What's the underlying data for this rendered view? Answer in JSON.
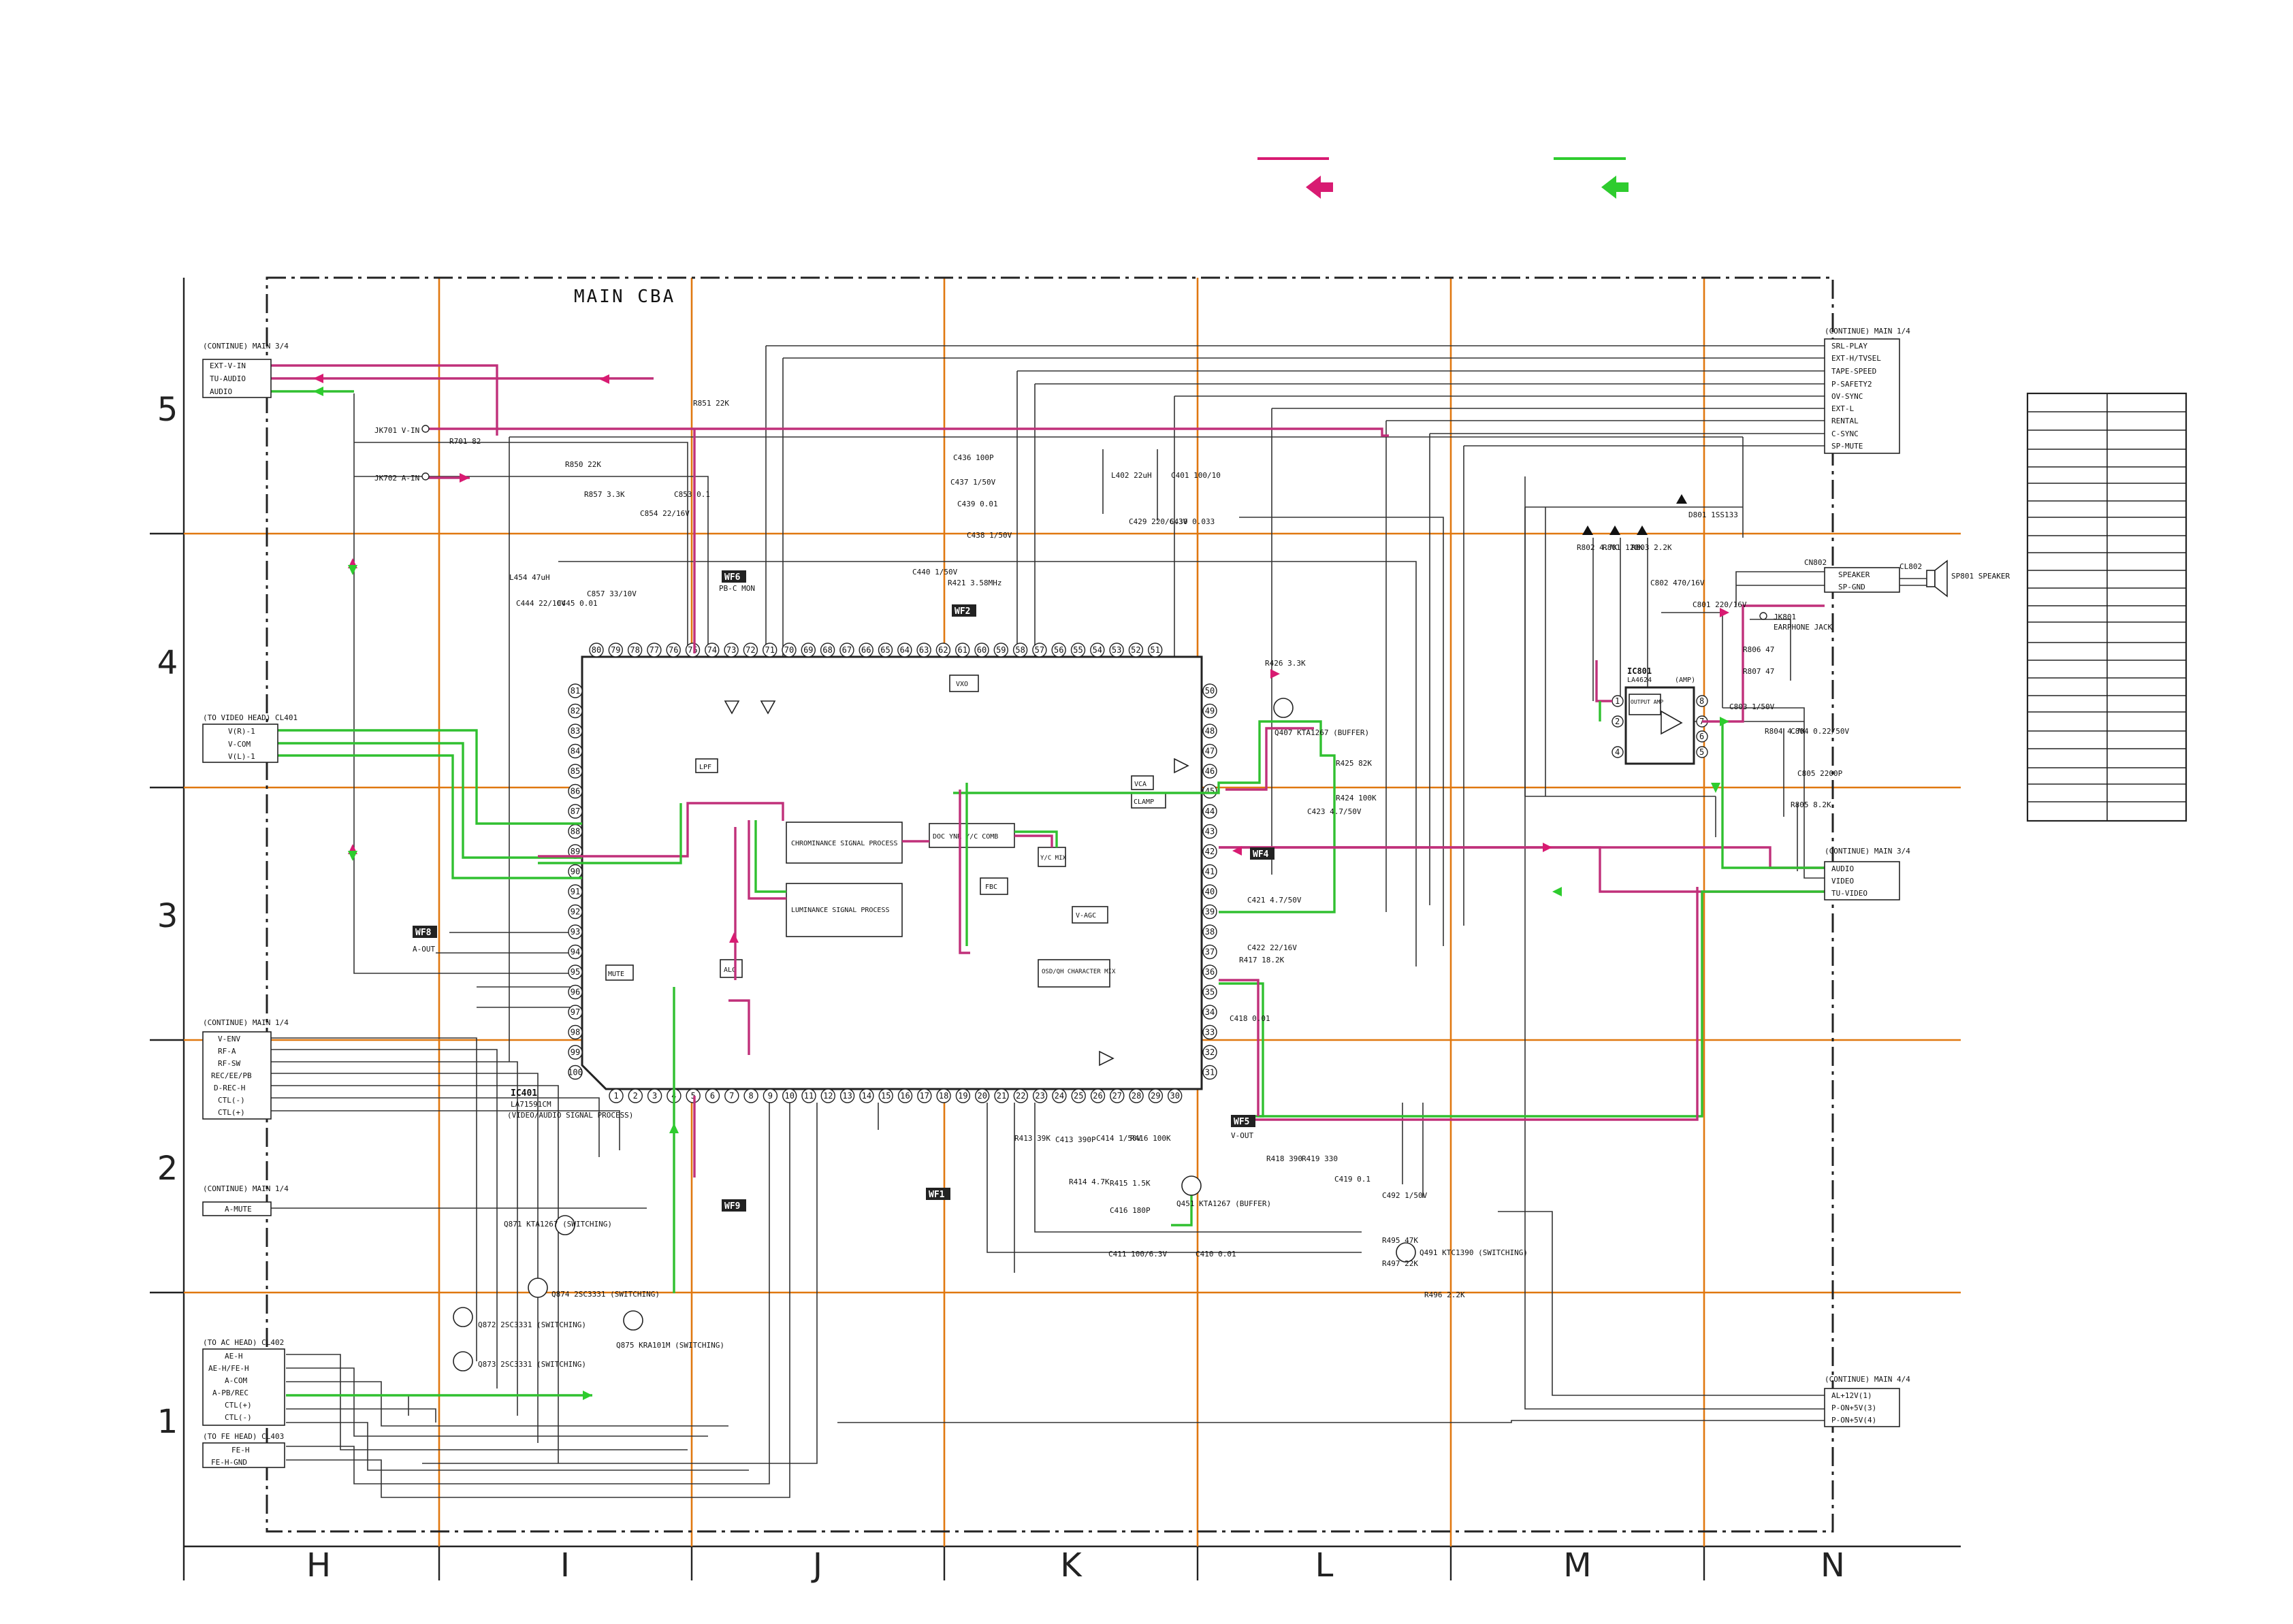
{
  "board": {
    "title": "MAIN CBA"
  },
  "legend": {
    "pink_color": "#d81b72",
    "green_color": "#2ecc2e"
  },
  "grid": {
    "columns": [
      "H",
      "I",
      "J",
      "K",
      "L",
      "M",
      "N"
    ],
    "rows": [
      "5",
      "4",
      "3",
      "2",
      "1"
    ]
  },
  "ic401": {
    "ref": "IC401",
    "part": "LA71591CM",
    "function": "(VIDEO/AUDIO SIGNAL PROCESS)"
  },
  "ic801": {
    "ref": "IC801",
    "part": "LA4624",
    "function": "(AMP)"
  },
  "blocks": {
    "chroma": "CHROMINANCE SIGNAL PROCESS",
    "luma": "LUMINANCE SIGNAL PROCESS",
    "char": "OSD/QH CHARACTER MIX",
    "vagc": "V-AGC",
    "mute": "MUTE",
    "vxo": "VXO",
    "fbc": "FBC",
    "vymix": "Y/C MIX",
    "clamp": "CLAMP",
    "alc": "ALC",
    "lpf": "LPF",
    "vca": "VCA",
    "doc": "DOC YNR Y/C COMB",
    "out_amp": "OUTPUT AMP"
  },
  "connectors": {
    "main34_left": {
      "header": "(CONTINUE) MAIN 3/4",
      "signals": [
        "EXT-V-IN",
        "TU-AUDIO",
        "AUDIO"
      ]
    },
    "video_head": {
      "header": "(TO VIDEO HEAD) CL401",
      "pins": [
        "V(R)-1",
        "V-COM",
        "V(L)-1"
      ]
    },
    "main14_mid": {
      "header": "(CONTINUE) MAIN 1/4",
      "signals": [
        "V-ENV",
        "RF-A",
        "RF-SW",
        "REC/EE/PB",
        "D-REC-H",
        "CTL(-)",
        "CTL(+)"
      ]
    },
    "main14_amute": {
      "header": "(CONTINUE) MAIN 1/4",
      "signals": [
        "A-MUTE"
      ]
    },
    "ac_head": {
      "header": "(TO AC HEAD) CL402",
      "pins": [
        "AE-H",
        "AE-H/FE-H",
        "A-COM",
        "A-PB/REC",
        "CTL(+)",
        "CTL(-)"
      ]
    },
    "fe_head": {
      "header": "(TO FE HEAD) CL403",
      "pins": [
        "FE-H",
        "FE-H-GND"
      ]
    },
    "main14_right": {
      "header": "(CONTINUE) MAIN 1/4",
      "signals": [
        "SRL-PLAY",
        "EXT-H/TVSEL",
        "TAPE-SPEED",
        "P-SAFETY2",
        "OV-SYNC",
        "EXT-L",
        "RENTAL",
        "C-SYNC",
        "SP-MUTE"
      ]
    },
    "main34_right": {
      "header": "(CONTINUE) MAIN 3/4",
      "signals": [
        "AUDIO",
        "VIDEO",
        "TU-VIDEO"
      ]
    },
    "main44_right": {
      "header": "(CONTINUE) MAIN 4/4",
      "signals": [
        "AL+12V(1)",
        "P-ON+5V(3)",
        "P-ON+5V(4)"
      ]
    },
    "speaker": {
      "ref": "CN802",
      "pins": [
        "SPEAKER",
        "SP-GND"
      ],
      "device": "SP801 SPEAKER",
      "lead": "CL802"
    },
    "earphone": {
      "ref": "JK801",
      "label": "EARPHONE JACK"
    },
    "jacks": [
      "JK701 V-IN",
      "JK702 A-IN"
    ]
  },
  "waveforms": [
    "WF1",
    "WF2",
    "WF4",
    "WF5",
    "WF6",
    "WF8",
    "WF9"
  ],
  "test_points": [
    "V-OUT",
    "A-OUT",
    "PB-C MON"
  ],
  "transistors": [
    "Q407 KTA1267 (BUFFER)",
    "Q451 KTA1267 (BUFFER)",
    "Q491 KTC1390 (SWITCHING)",
    "Q871 KTA1267 (SWITCHING)",
    "Q872 2SC3331 (SWITCHING)",
    "Q873 2SC3331 (SWITCHING)",
    "Q874 2SC3331 (SWITCHING)",
    "Q875 KRA101M (SWITCHING)"
  ],
  "components": {
    "left_upper": [
      "R851 22K",
      "R701 82",
      "R850 22K",
      "R857 3.3K",
      "C854 22/16V",
      "C853 0.1",
      "L454 47uH",
      "C444 22/10V",
      "C445 0.01",
      "C857 33/10V"
    ],
    "top_mid": [
      "C436 100P",
      "C437 1/50V",
      "C439 0.01",
      "C438 1/50V",
      "R421 3.58MHz",
      "C440 1/50V",
      "L402 22uH",
      "C429 220/6.3V",
      "C430 0.033",
      "C401 100/10"
    ],
    "right_mid": [
      "R426 3.3K",
      "R425 82K",
      "R424 100K",
      "C423 4.7/50V",
      "C421 4.7/50V",
      "C422 22/16V",
      "R417 18.2K",
      "C418 0.01"
    ],
    "lower": [
      "R413 39K",
      "C413 390P",
      "C414 1/50V",
      "R416 100K",
      "R414 4.7K",
      "R415 1.5K",
      "C416 180P",
      "C411 100/6.3V",
      "C410 0.01",
      "R418 390",
      "R419 330",
      "C419 0.1",
      "C492 1/50V",
      "R495 47K",
      "R497 22K",
      "R496 2.2K"
    ],
    "audio_amp": [
      "R802 4.7K",
      "R801 120K",
      "R803 2.2K",
      "C802 470/16V",
      "C801 220/16V",
      "R806 47",
      "R807 47",
      "C803 1/50V",
      "R804 4.7K",
      "C804 0.22/50V",
      "C805 2200P",
      "R805 8.2K",
      "D801 1SS133"
    ]
  }
}
